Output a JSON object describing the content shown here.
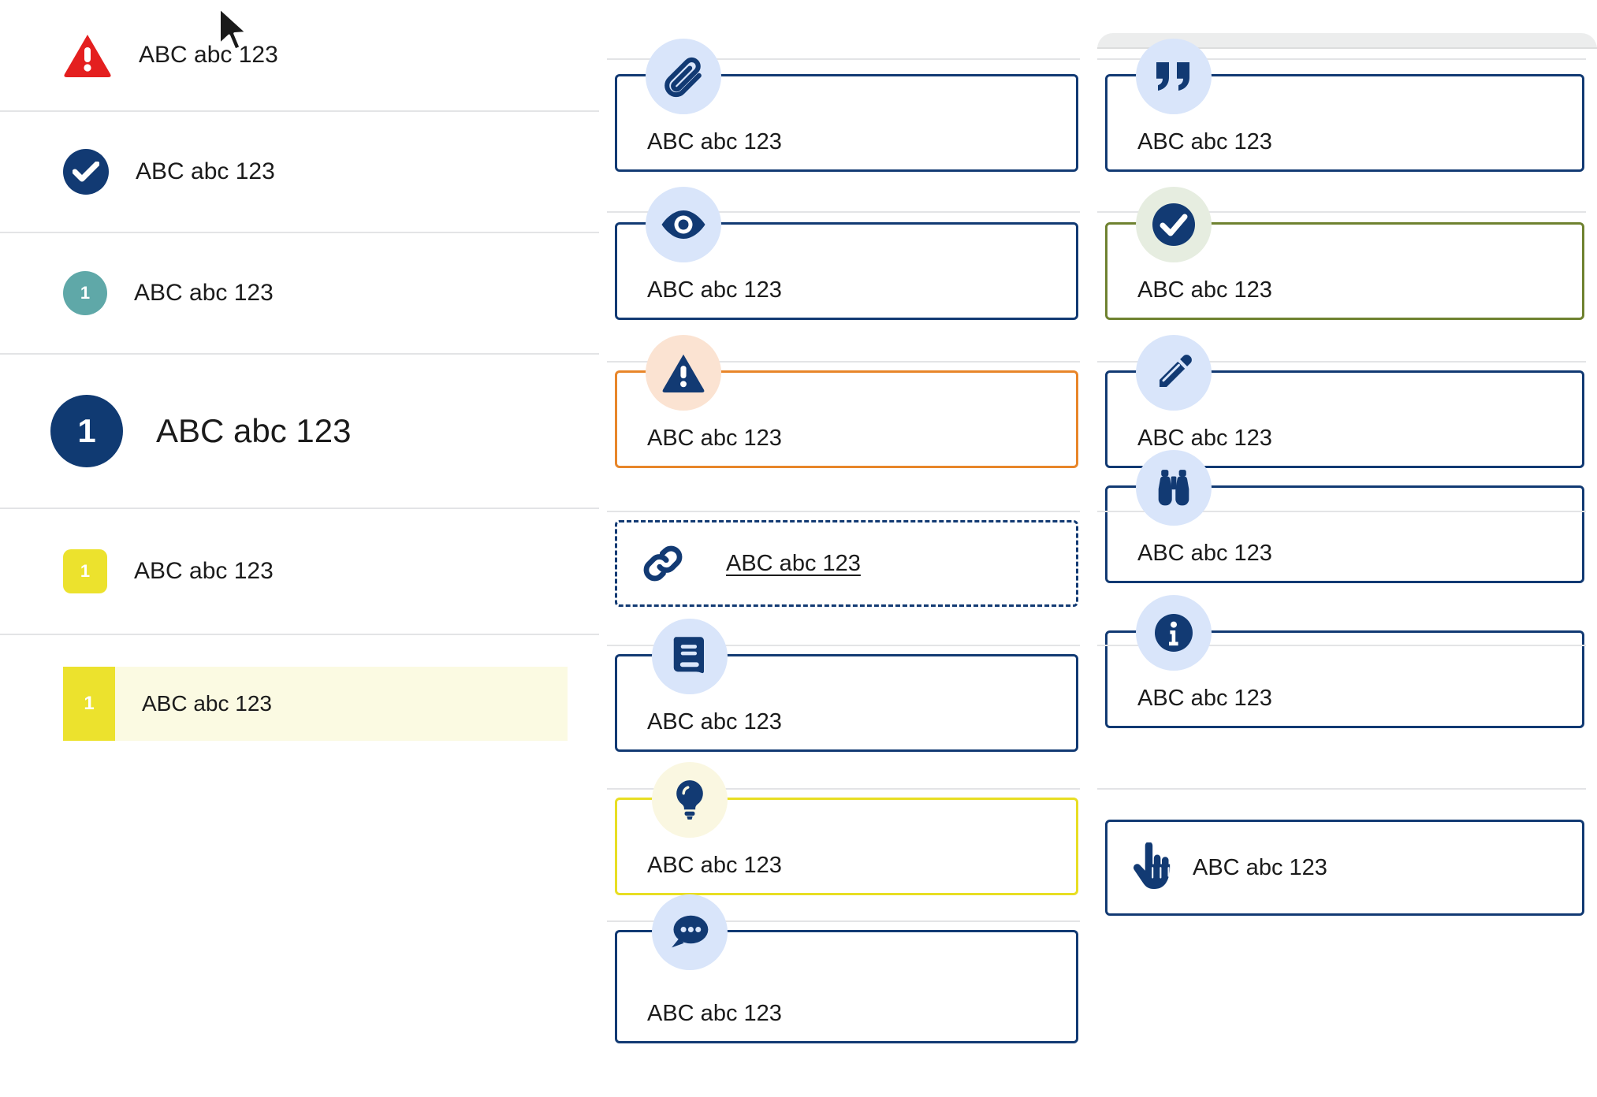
{
  "list": {
    "rows": [
      {
        "id": "alert",
        "icon": "warning-triangle-icon",
        "label": "ABC abc 123",
        "badge_text": ""
      },
      {
        "id": "done",
        "icon": "check-circle-icon",
        "label": "ABC abc 123",
        "badge_text": ""
      },
      {
        "id": "teal",
        "icon": "number-badge-teal",
        "label": "ABC abc 123",
        "badge_text": "1"
      },
      {
        "id": "step",
        "icon": "number-badge-blue-large",
        "label": "ABC abc 123",
        "badge_text": "1"
      },
      {
        "id": "yellow",
        "icon": "number-badge-yellow",
        "label": "ABC abc 123",
        "badge_text": "1"
      }
    ],
    "highlighted_row": {
      "badge_text": "1",
      "label": "ABC abc 123"
    }
  },
  "middle_column": {
    "cards": [
      {
        "icon": "paperclip-icon",
        "label": "ABC abc 123",
        "border": "navy",
        "bubble": "blue"
      },
      {
        "icon": "eye-icon",
        "label": "ABC abc 123",
        "border": "navy",
        "bubble": "blue"
      },
      {
        "icon": "warning-triangle-icon",
        "label": "ABC abc 123",
        "border": "orange",
        "bubble": "peach"
      },
      {
        "icon": "link-icon",
        "label": "ABC abc 123",
        "border": "dashed",
        "bubble": "none"
      },
      {
        "icon": "book-icon",
        "label": "ABC abc 123",
        "border": "navy",
        "bubble": "blue"
      },
      {
        "icon": "lightbulb-icon",
        "label": "ABC abc 123",
        "border": "yellow",
        "bubble": "cream"
      },
      {
        "icon": "comment-icon",
        "label": "ABC abc 123",
        "border": "navy",
        "bubble": "blue"
      }
    ]
  },
  "right_column": {
    "cards": [
      {
        "icon": "quote-icon",
        "label": "ABC abc 123",
        "border": "navy",
        "bubble": "blue"
      },
      {
        "icon": "check-circle-icon",
        "label": "ABC abc 123",
        "border": "green",
        "bubble": "mint"
      },
      {
        "icon": "pencil-icon",
        "label": "ABC abc 123",
        "border": "navy",
        "bubble": "blue"
      },
      {
        "icon": "binoculars-icon",
        "label": "ABC abc 123",
        "border": "navy",
        "bubble": "blue"
      },
      {
        "icon": "info-icon",
        "label": "ABC abc 123",
        "border": "navy",
        "bubble": "blue"
      },
      {
        "icon": "pointing-hand-icon",
        "label": "ABC abc 123",
        "border": "navy",
        "bubble": "none"
      }
    ]
  },
  "colors": {
    "navy": "#123a73",
    "alert_red": "#e41f1f",
    "orange": "#e8862a",
    "green": "#6f8230",
    "yellow": "#ece22d",
    "teal": "#5fa8a8",
    "bubble_blue": "#d9e5fa",
    "bubble_peach": "#fbe3d2",
    "bubble_mint": "#e6ede0",
    "bubble_cream": "#faf7e1",
    "highlight_bg": "#fbfae2"
  },
  "cursor": {
    "name": "mouse-pointer"
  }
}
